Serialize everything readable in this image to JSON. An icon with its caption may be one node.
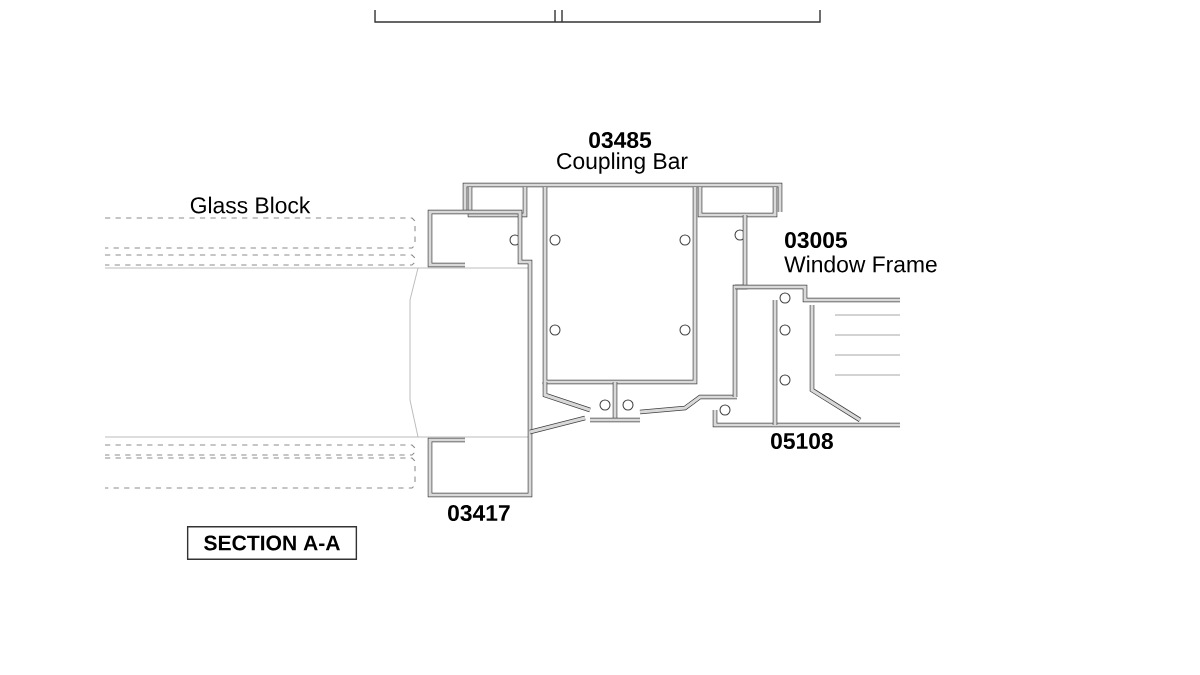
{
  "diagram": {
    "nodes": [
      {
        "text": [
          "SECTION A-A"
        ]
      }
    ],
    "labels": [
      "03485",
      "Coupling Bar",
      "Glass Block",
      "03005",
      "Window Frame",
      "05108",
      "03417"
    ]
  }
}
